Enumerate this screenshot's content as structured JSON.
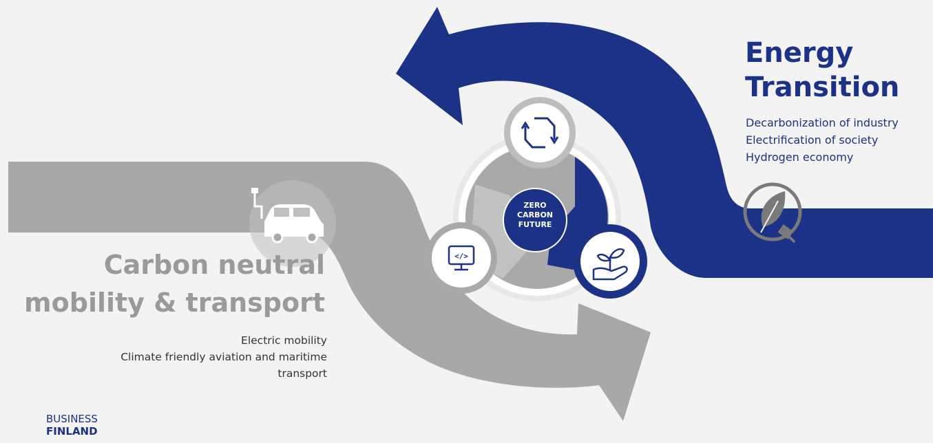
{
  "energy_transition": {
    "title_line1": "Energy",
    "title_line2": "Transition",
    "items": [
      "Decarbonization of industry",
      "Electrification of society",
      "Hydrogen economy"
    ]
  },
  "carbon_neutral": {
    "title_line1": "Carbon neutral",
    "title_line2": "mobility & transport",
    "items": [
      "Electric mobility",
      "Climate friendly aviation and maritime",
      "transport"
    ]
  },
  "center": {
    "line1": "ZERO",
    "line2": "CARBON",
    "line3": "FUTURE"
  },
  "brand": {
    "line1": "BUSINESS",
    "line2": "FINLAND"
  },
  "icons": [
    "refresh-cycle-icon",
    "code-monitor-icon",
    "plant-hand-icon",
    "electric-car-icon",
    "leaf-plug-icon"
  ],
  "colors": {
    "navy": "#1b3286",
    "gray_arrow": "#a8a8a8",
    "background": "#f3f3f3"
  }
}
